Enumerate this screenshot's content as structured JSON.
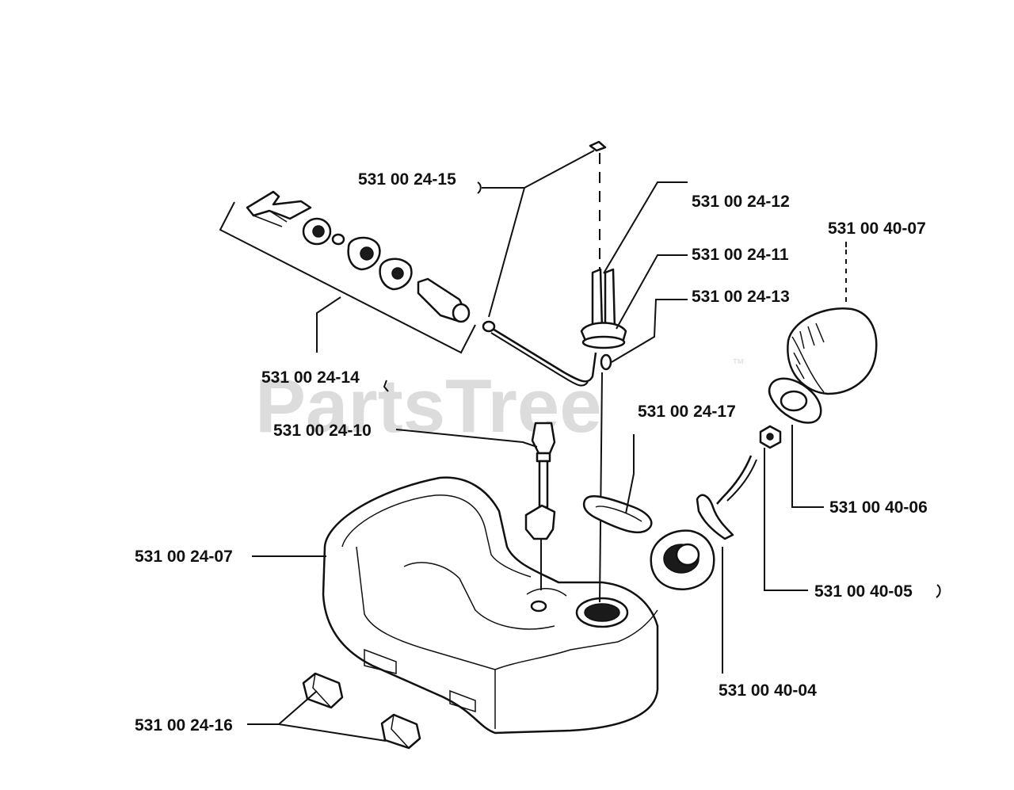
{
  "watermark": {
    "text": "PartsTree",
    "tm": "™"
  },
  "labels": {
    "p_24_15": "531 00 24-15",
    "p_24_12": "531 00 24-12",
    "p_24_11": "531 00 24-11",
    "p_24_13": "531 00 24-13",
    "p_40_07": "531 00 40-07",
    "p_24_14": "531 00 24-14",
    "p_24_10": "531 00 24-10",
    "p_24_17": "531 00 24-17",
    "p_40_06": "531 00 40-06",
    "p_24_07": "531 00 24-07",
    "p_40_05": "531 00 40-05",
    "p_40_04": "531 00 40-04",
    "p_24_16": "531 00 24-16"
  }
}
